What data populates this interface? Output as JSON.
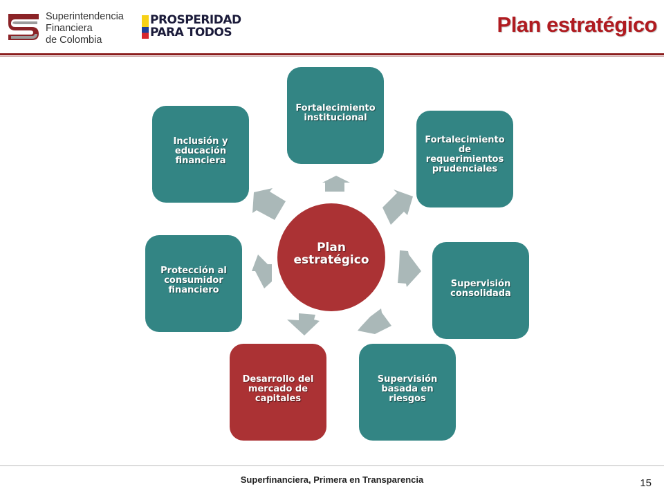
{
  "header": {
    "sfc_logo_lines": [
      "Superintendencia",
      "Financiera",
      "de Colombia"
    ],
    "pt_logo_lines": [
      "PROSPERIDAD",
      "PARA TODOS"
    ],
    "title": "Plan estratégico"
  },
  "diagram": {
    "center": "Plan estratégico",
    "nodes": [
      {
        "label": "Fortalecimiento institucional",
        "color": "#338584"
      },
      {
        "label": "Fortalecimiento de requerimientos prudenciales",
        "color": "#338584"
      },
      {
        "label": "Supervisión consolidada",
        "color": "#338584"
      },
      {
        "label": "Supervisión basada en riesgos",
        "color": "#338584"
      },
      {
        "label": "Desarrollo del mercado de capitales",
        "color": "#ab3234"
      },
      {
        "label": "Protección al consumidor financiero",
        "color": "#338584"
      },
      {
        "label": "Inclusión y educación financiera",
        "color": "#338584"
      }
    ],
    "colors": {
      "teal": "#338584",
      "red": "#ab3234",
      "arrow": "#aab8b8"
    }
  },
  "footer": {
    "tagline": "Superfinanciera, Primera en Transparencia",
    "page_number": "15"
  }
}
